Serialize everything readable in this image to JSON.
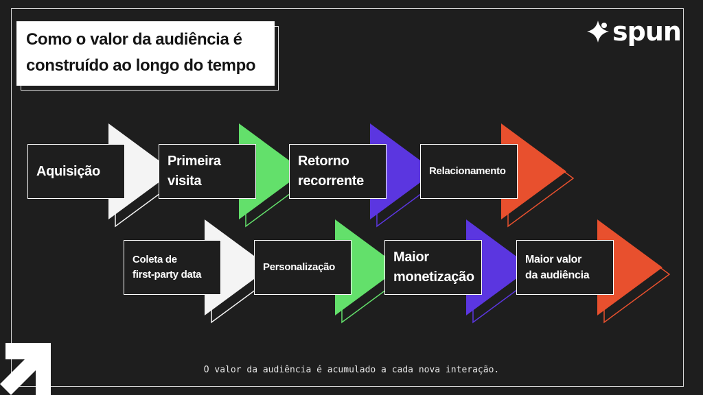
{
  "title": {
    "line1": "Como o valor da audiência é",
    "line2": "construído ao longo do tempo"
  },
  "logo": {
    "text": "spun",
    "icon": "sparkle-icon"
  },
  "colors": {
    "background": "#1e1e1e",
    "white": "#f4f4f4",
    "green": "#63e06b",
    "purple": "#5b36e0",
    "orange": "#e8502e"
  },
  "steps": [
    {
      "label": "Aquisição",
      "color": "white"
    },
    {
      "label": "Primeira\nvisita",
      "color": "green"
    },
    {
      "label": "Retorno\nrecorrente",
      "color": "purple"
    },
    {
      "label": "Relacionamento",
      "color": "orange"
    },
    {
      "label": "Coleta de\nfirst-party data",
      "color": "white"
    },
    {
      "label": "Personalização",
      "color": "green"
    },
    {
      "label": "Maior\nmonetização",
      "color": "purple"
    },
    {
      "label": "Maior valor\nda audiência",
      "color": "orange"
    }
  ],
  "footnote": "O valor da audiência é acumulado a cada nova interação.",
  "corner": {
    "icon": "diagonal-arrow-icon"
  }
}
